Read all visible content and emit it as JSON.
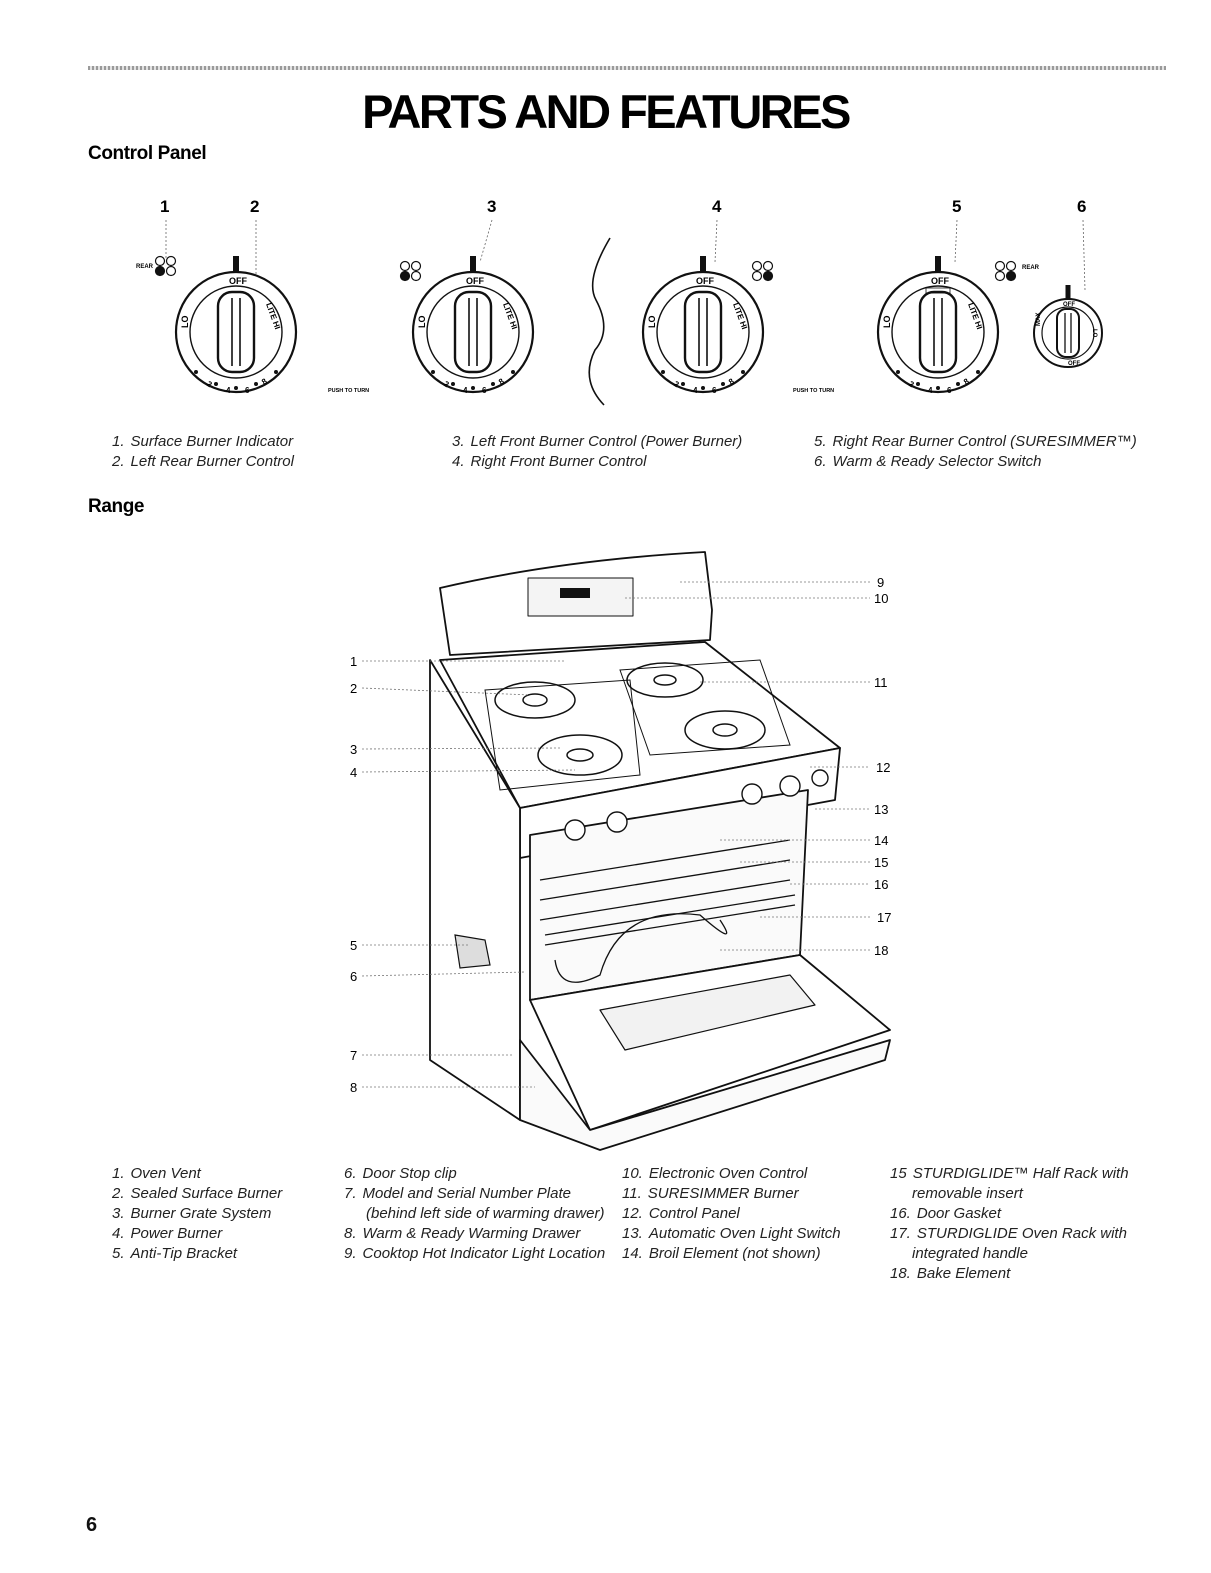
{
  "page": {
    "title": "PARTS AND FEATURES",
    "page_number": "6"
  },
  "control_panel": {
    "heading": "Control Panel",
    "callouts": [
      "1",
      "2",
      "3",
      "4",
      "5",
      "6"
    ],
    "knobs": {
      "off": "OFF",
      "lite_hi": "LITE HI",
      "lo": "LO",
      "warm_off": "OFF",
      "warm_max": "MAX",
      "warm_lo": "LO"
    },
    "rear_label": "REAR",
    "push_to_turn": "PUSH TO TURN",
    "captions": [
      {
        "num": "1.",
        "text": "Surface Burner Indicator"
      },
      {
        "num": "2.",
        "text": "Left Rear Burner Control"
      },
      {
        "num": "3.",
        "text": "Left Front Burner Control (Power Burner)"
      },
      {
        "num": "4.",
        "text": "Right Front Burner Control"
      },
      {
        "num": "5.",
        "text": "Right Rear Burner Control (SURESIMMER™)"
      },
      {
        "num": "6.",
        "text": "Warm & Ready Selector Switch"
      }
    ]
  },
  "range": {
    "heading": "Range",
    "callouts_left": [
      "1",
      "2",
      "3",
      "4",
      "5",
      "6",
      "7",
      "8"
    ],
    "callouts_right": [
      "9",
      "10",
      "11",
      "12",
      "13",
      "14",
      "15",
      "16",
      "17",
      "18"
    ],
    "captions": [
      {
        "num": "1.",
        "text": "Oven Vent"
      },
      {
        "num": "2.",
        "text": "Sealed Surface Burner"
      },
      {
        "num": "3.",
        "text": "Burner Grate System"
      },
      {
        "num": "4.",
        "text": "Power Burner"
      },
      {
        "num": "5.",
        "text": "Anti-Tip Bracket"
      },
      {
        "num": "6.",
        "text": "Door Stop clip"
      },
      {
        "num": "7.",
        "text": "Model and Serial Number Plate (behind left side of warming drawer)"
      },
      {
        "num": "8.",
        "text": "Warm & Ready Warming Drawer"
      },
      {
        "num": "9.",
        "text": "Cooktop Hot Indicator Light Location"
      },
      {
        "num": "10.",
        "text": "Electronic Oven Control"
      },
      {
        "num": "11.",
        "text": "SURESIMMER Burner"
      },
      {
        "num": "12.",
        "text": "Control Panel"
      },
      {
        "num": "13.",
        "text": "Automatic Oven Light Switch"
      },
      {
        "num": "14.",
        "text": "Broil Element (not shown)"
      },
      {
        "num": "15",
        "text": "STURDIGLIDE™ Half Rack with removable insert"
      },
      {
        "num": "16.",
        "text": "Door Gasket"
      },
      {
        "num": "17.",
        "text": "STURDIGLIDE Oven Rack with integrated handle"
      },
      {
        "num": "18.",
        "text": "Bake Element"
      }
    ]
  }
}
